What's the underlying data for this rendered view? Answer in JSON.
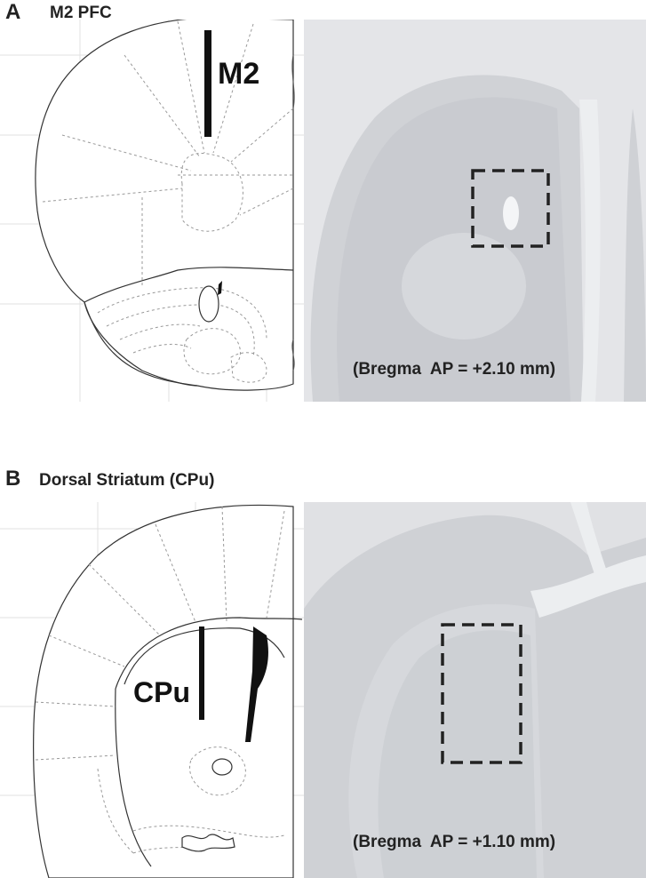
{
  "panelA": {
    "letter": "A",
    "title": "M2 PFC",
    "region_label": "M2",
    "caption": "(Bregma  AP = +2.10 mm)"
  },
  "panelB": {
    "letter": "B",
    "title": "Dorsal Striatum (CPu)",
    "region_label": "CPu",
    "caption": "(Bregma  AP = +1.10 mm)"
  },
  "colors": {
    "tissue_bg": "#d3d5d9",
    "tissue_dark": "#c4c6cb",
    "tissue_light": "#e4e5e8",
    "line": "#333333",
    "dashed": "#999999"
  }
}
